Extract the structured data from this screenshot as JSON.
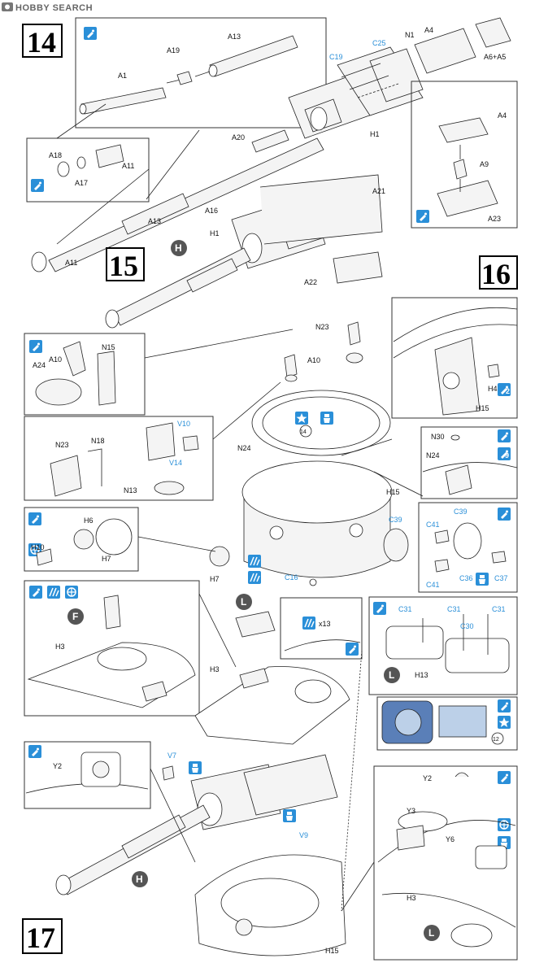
{
  "watermark": "HOBBY SEARCH",
  "steps": [
    "14",
    "15",
    "16",
    "17"
  ],
  "labels": {
    "A1": "A1",
    "A19": "A19",
    "A13": "A13",
    "A13b": "A13",
    "C19": "C19",
    "C25": "C25",
    "N1": "N1",
    "A4": "A4",
    "A6A5": "A6+A5",
    "H1": "H1",
    "A20": "A20",
    "A18": "A18",
    "A17": "A17",
    "A11": "A11",
    "A11b": "A11",
    "A16": "A16",
    "A21": "A21",
    "H1b": "H1",
    "A22": "A22",
    "A4b": "A4",
    "A9": "A9",
    "A23": "A23",
    "N23": "N23",
    "A10": "A10",
    "N15": "N15",
    "A24": "A24",
    "A10b": "A10",
    "N23b": "N23",
    "N18": "N18",
    "V10": "V10",
    "V14": "V14",
    "N13": "N13",
    "N24": "N24",
    "H15": "H15",
    "H4": "H4",
    "H15b": "H15",
    "N30": "N30",
    "N24b": "N24",
    "H6": "H6",
    "H10": "H10",
    "H7": "H7",
    "H7b": "H7",
    "C16": "C16",
    "C39": "C39",
    "C41": "C41",
    "C39b": "C39",
    "C36": "C36",
    "C41b": "C41",
    "C37": "C37",
    "H3": "H3",
    "H3b": "H3",
    "x13": "x13",
    "C31": "C31",
    "C31b": "C31",
    "C31c": "C31",
    "C30": "C30",
    "H13": "H13",
    "V7": "V7",
    "V9": "V9",
    "Y2": "Y2",
    "Y2b": "Y2",
    "Y3": "Y3",
    "Y6": "Y6",
    "H3c": "H3",
    "H15c": "H15"
  },
  "markers": {
    "H": "H",
    "F": "F",
    "L": "L",
    "num2": "2",
    "num9": "9",
    "num14": "14",
    "num12": "12"
  },
  "colors": {
    "accent": "#2a8fd8",
    "ink": "#111111",
    "marker": "#555555"
  },
  "icons": [
    "glue-icon",
    "sand-icon",
    "align-icon",
    "star-icon",
    "paint-icon",
    "ref-icon",
    "hobby-logo-icon"
  ]
}
